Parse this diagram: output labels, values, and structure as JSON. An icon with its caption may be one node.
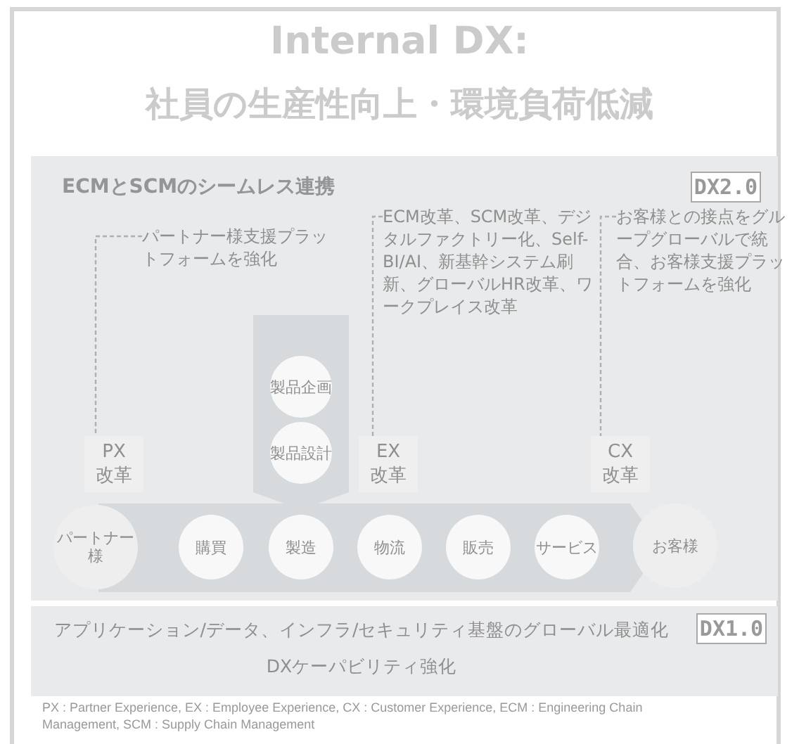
{
  "diagram": {
    "title": "Internal DX:",
    "nodes": [
      {
        "text": [
          "ECMとSCMのシームレス連携"
        ]
      },
      {
        "text": [
          "DX2.0"
        ],
        "in": 0
      },
      {
        "text": [
          "パートナー様支援プラットフォームを強化"
        ],
        "in": 0
      },
      {
        "text": [
          "ECM改革、SCM改革、デジタルファクトリー化、Self-BI/AI、新基幹システム刷新、グローバルHR改革、ワークプレイス改革"
        ],
        "in": 0
      },
      {
        "text": [
          "お客様との接点をグループグローバルで統合、お客様支援プラットフォームを強化"
        ],
        "in": 0
      },
      {
        "text": [
          "製品企画"
        ],
        "in": 0
      },
      {
        "text": [
          "製品設計"
        ],
        "in": 0
      },
      {
        "text": [
          "PX 改革"
        ],
        "in": 0
      },
      {
        "text": [
          "EX 改革"
        ],
        "in": 0
      },
      {
        "text": [
          "CX 改革"
        ],
        "in": 0
      },
      {
        "text": [
          "パートナー様"
        ],
        "in": 0
      },
      {
        "text": [
          "購買"
        ],
        "in": 0
      },
      {
        "text": [
          "製造"
        ],
        "in": 0
      },
      {
        "text": [
          "物流"
        ],
        "in": 0
      },
      {
        "text": [
          "販売"
        ],
        "in": 0
      },
      {
        "text": [
          "サービス"
        ],
        "in": 0
      },
      {
        "text": [
          "お客様"
        ],
        "in": 0
      },
      {
        "text": [
          "アプリケーション/データ、インフラ/セキュリティ基盤のグローバル最適化",
          "DXケーパビリティ強化"
        ]
      },
      {
        "text": [
          "DX1.0"
        ],
        "in": 17
      }
    ],
    "edges": [
      {
        "from": 2,
        "to": 7,
        "arrow": "none",
        "style": "dashed"
      },
      {
        "from": 3,
        "to": 8,
        "arrow": "none",
        "style": "dashed"
      },
      {
        "from": 4,
        "to": 9,
        "arrow": "none",
        "style": "dashed"
      }
    ],
    "labels": [
      "社員の生産性向上・環境負荷低減",
      "PX : Partner Experience, EX : Employee Experience, CX : Customer Experience, ECM : Engineering Chain Management, SCM : Supply Chain Management"
    ]
  }
}
